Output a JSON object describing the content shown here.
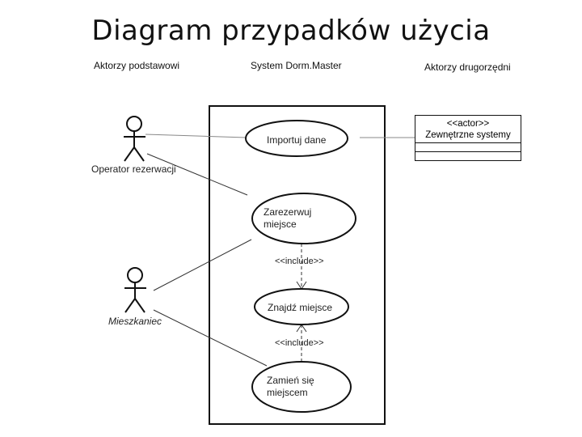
{
  "title": "Diagram przypadków użycia",
  "headers": {
    "primary_actors": "Aktorzy podstawowi",
    "system": "System Dorm.Master",
    "secondary_actors": "Aktorzy drugorzędni"
  },
  "actors": {
    "operator": "Operator rezerwacji",
    "resident": "Mieszkaniec",
    "external": {
      "stereotype": "<<actor>>",
      "name": "Zewnętrzne systemy"
    }
  },
  "use_cases": {
    "import": "Importuj dane",
    "reserve_line1": "Zarezerwuj",
    "reserve_line2": "miejsce",
    "find": "Znajdź miejsce",
    "swap_line1": "Zamień się",
    "swap_line2": "miejscem"
  },
  "relations": {
    "include_1": "<<include>>",
    "include_2": "<<include>>"
  }
}
